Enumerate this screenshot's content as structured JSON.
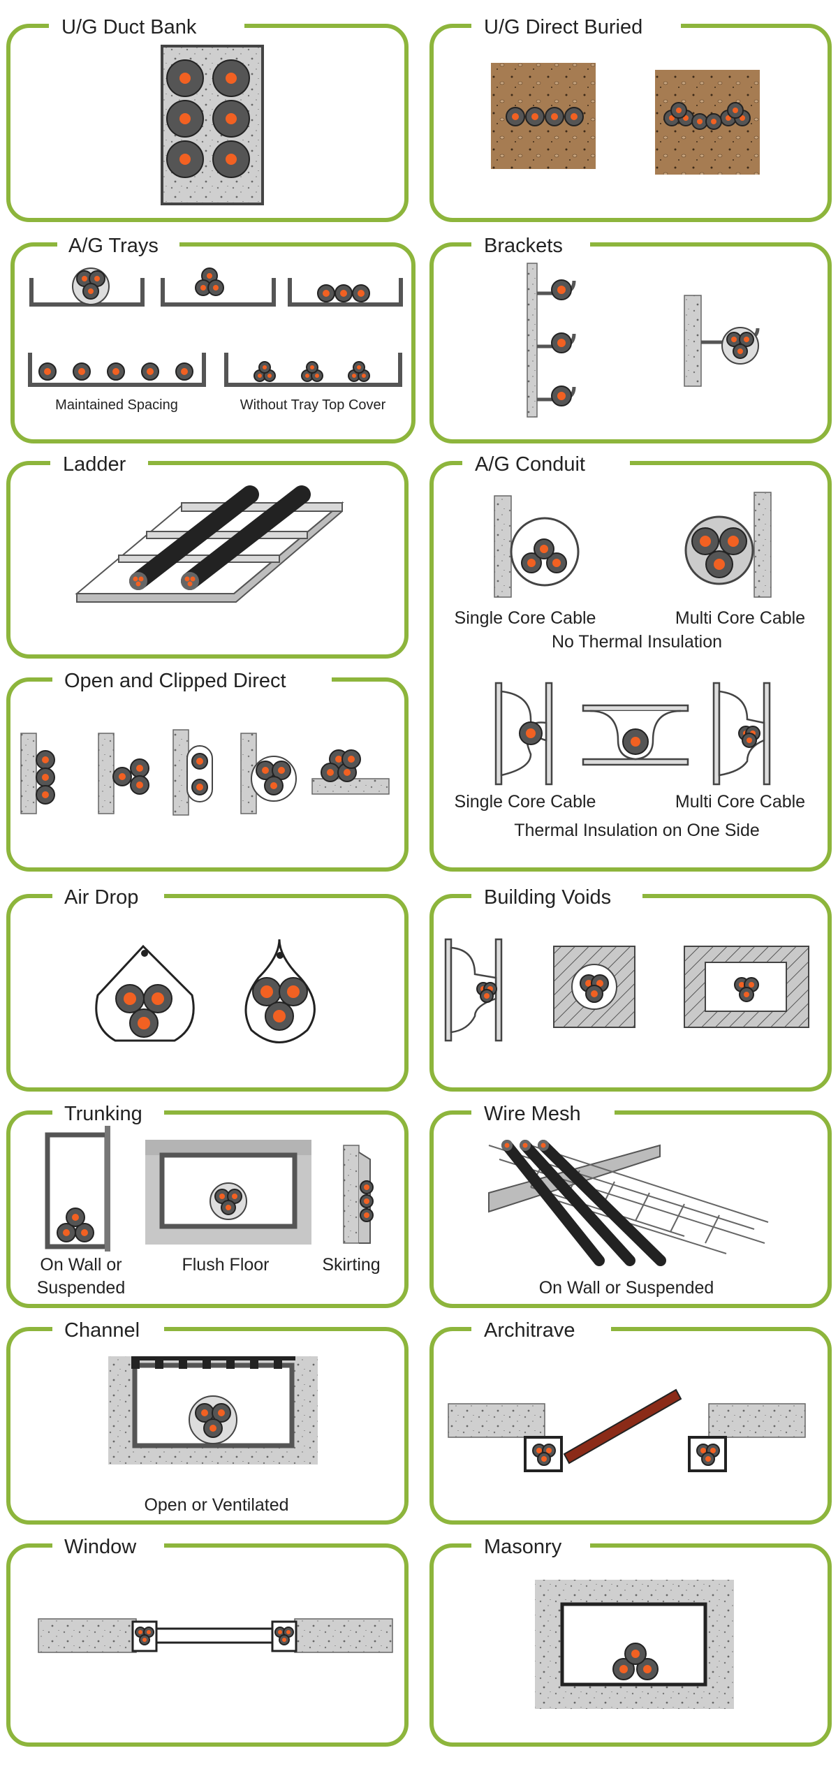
{
  "colors": {
    "frame": "#8db53c",
    "core": "#f26122",
    "cable": "#555555",
    "wall": "#c9c9c9",
    "wall_dark": "#9c9c9c",
    "soil": "#a67c52",
    "architrave": "#8b2b18"
  },
  "panels": [
    {
      "id": "ug-duct-bank",
      "title": "U/G Duct Bank",
      "labels": []
    },
    {
      "id": "ug-direct-buried",
      "title": "U/G Direct Buried",
      "labels": []
    },
    {
      "id": "ag-trays",
      "title": "A/G Trays",
      "labels": [
        "Maintained Spacing",
        "Without Tray Top Cover"
      ]
    },
    {
      "id": "brackets",
      "title": "Brackets",
      "labels": []
    },
    {
      "id": "ladder",
      "title": "Ladder",
      "labels": []
    },
    {
      "id": "ag-conduit",
      "title": "A/G Conduit",
      "labels": [
        "Single Core Cable",
        "Multi Core Cable",
        "No Thermal Insulation",
        "Single Core Cable",
        "Multi Core Cable",
        "Thermal Insulation on One Side"
      ]
    },
    {
      "id": "open-clipped",
      "title": "Open and Clipped Direct",
      "labels": []
    },
    {
      "id": "air-drop",
      "title": "Air Drop",
      "labels": []
    },
    {
      "id": "building-voids",
      "title": "Building Voids",
      "labels": []
    },
    {
      "id": "trunking",
      "title": "Trunking",
      "labels": [
        "On Wall or",
        "Suspended",
        "Flush Floor",
        "Skirting"
      ]
    },
    {
      "id": "wire-mesh",
      "title": "Wire Mesh",
      "labels": [
        "On Wall or Suspended"
      ]
    },
    {
      "id": "channel",
      "title": "Channel",
      "labels": [
        "Open or Ventilated"
      ]
    },
    {
      "id": "architrave",
      "title": "Architrave",
      "labels": []
    },
    {
      "id": "window",
      "title": "Window",
      "labels": []
    },
    {
      "id": "masonry",
      "title": "Masonry",
      "labels": []
    }
  ]
}
